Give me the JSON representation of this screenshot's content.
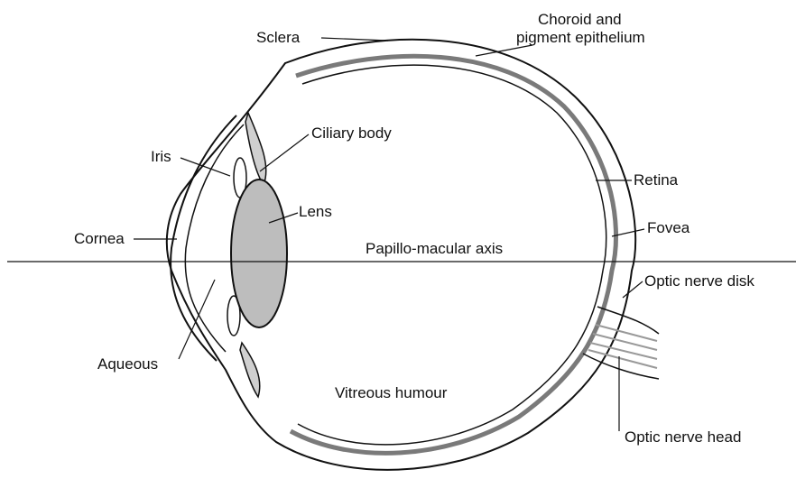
{
  "labels": {
    "sclera": "Sclera",
    "choroid_line1": "Choroid and",
    "choroid_line2": "pigment epithelium",
    "ciliary_body": "Ciliary body",
    "iris": "Iris",
    "retina": "Retina",
    "lens": "Lens",
    "cornea": "Cornea",
    "fovea": "Fovea",
    "papillo_macular_axis": "Papillo-macular axis",
    "optic_nerve_disk": "Optic nerve disk",
    "aqueous": "Aqueous",
    "vitreous_humour": "Vitreous humour",
    "optic_nerve_head": "Optic nerve head"
  },
  "colors": {
    "line": "#111111",
    "lens_fill": "#bdbdbd",
    "choroid": "#7a7a7a",
    "background": "#ffffff"
  }
}
